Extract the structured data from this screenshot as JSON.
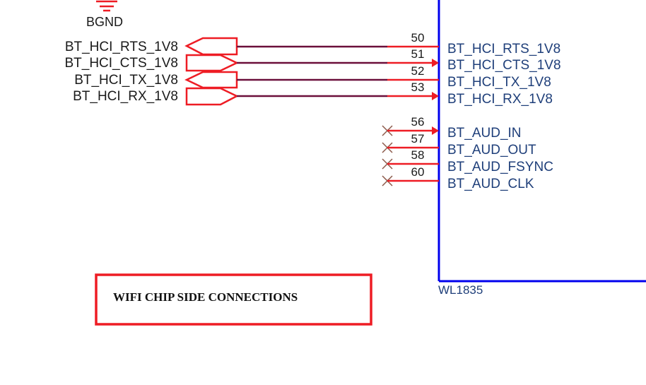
{
  "ground": {
    "label": "BGND"
  },
  "component": {
    "ref": "WL1835"
  },
  "nets": [
    {
      "label": "BT_HCI_RTS_1V8",
      "pin": "50",
      "pin_name": "BT_HCI_RTS_1V8",
      "direction": "input"
    },
    {
      "label": "BT_HCI_CTS_1V8",
      "pin": "51",
      "pin_name": "BT_HCI_CTS_1V8",
      "direction": "output"
    },
    {
      "label": "BT_HCI_TX_1V8",
      "pin": "52",
      "pin_name": "BT_HCI_TX_1V8",
      "direction": "input"
    },
    {
      "label": "BT_HCI_RX_1V8",
      "pin": "53",
      "pin_name": "BT_HCI_RX_1V8",
      "direction": "output"
    }
  ],
  "nc_pins": [
    {
      "pin": "56",
      "pin_name": "BT_AUD_IN"
    },
    {
      "pin": "57",
      "pin_name": "BT_AUD_OUT"
    },
    {
      "pin": "58",
      "pin_name": "BT_AUD_FSYNC"
    },
    {
      "pin": "60",
      "pin_name": "BT_AUD_CLK"
    }
  ],
  "note": {
    "text": "WIFI CHIP SIDE CONNECTIONS"
  },
  "colors": {
    "wire": "#6b0f3a",
    "pin": "#ee1c24",
    "body": "#0000ee",
    "nc_mark": "#8b5a4a"
  }
}
